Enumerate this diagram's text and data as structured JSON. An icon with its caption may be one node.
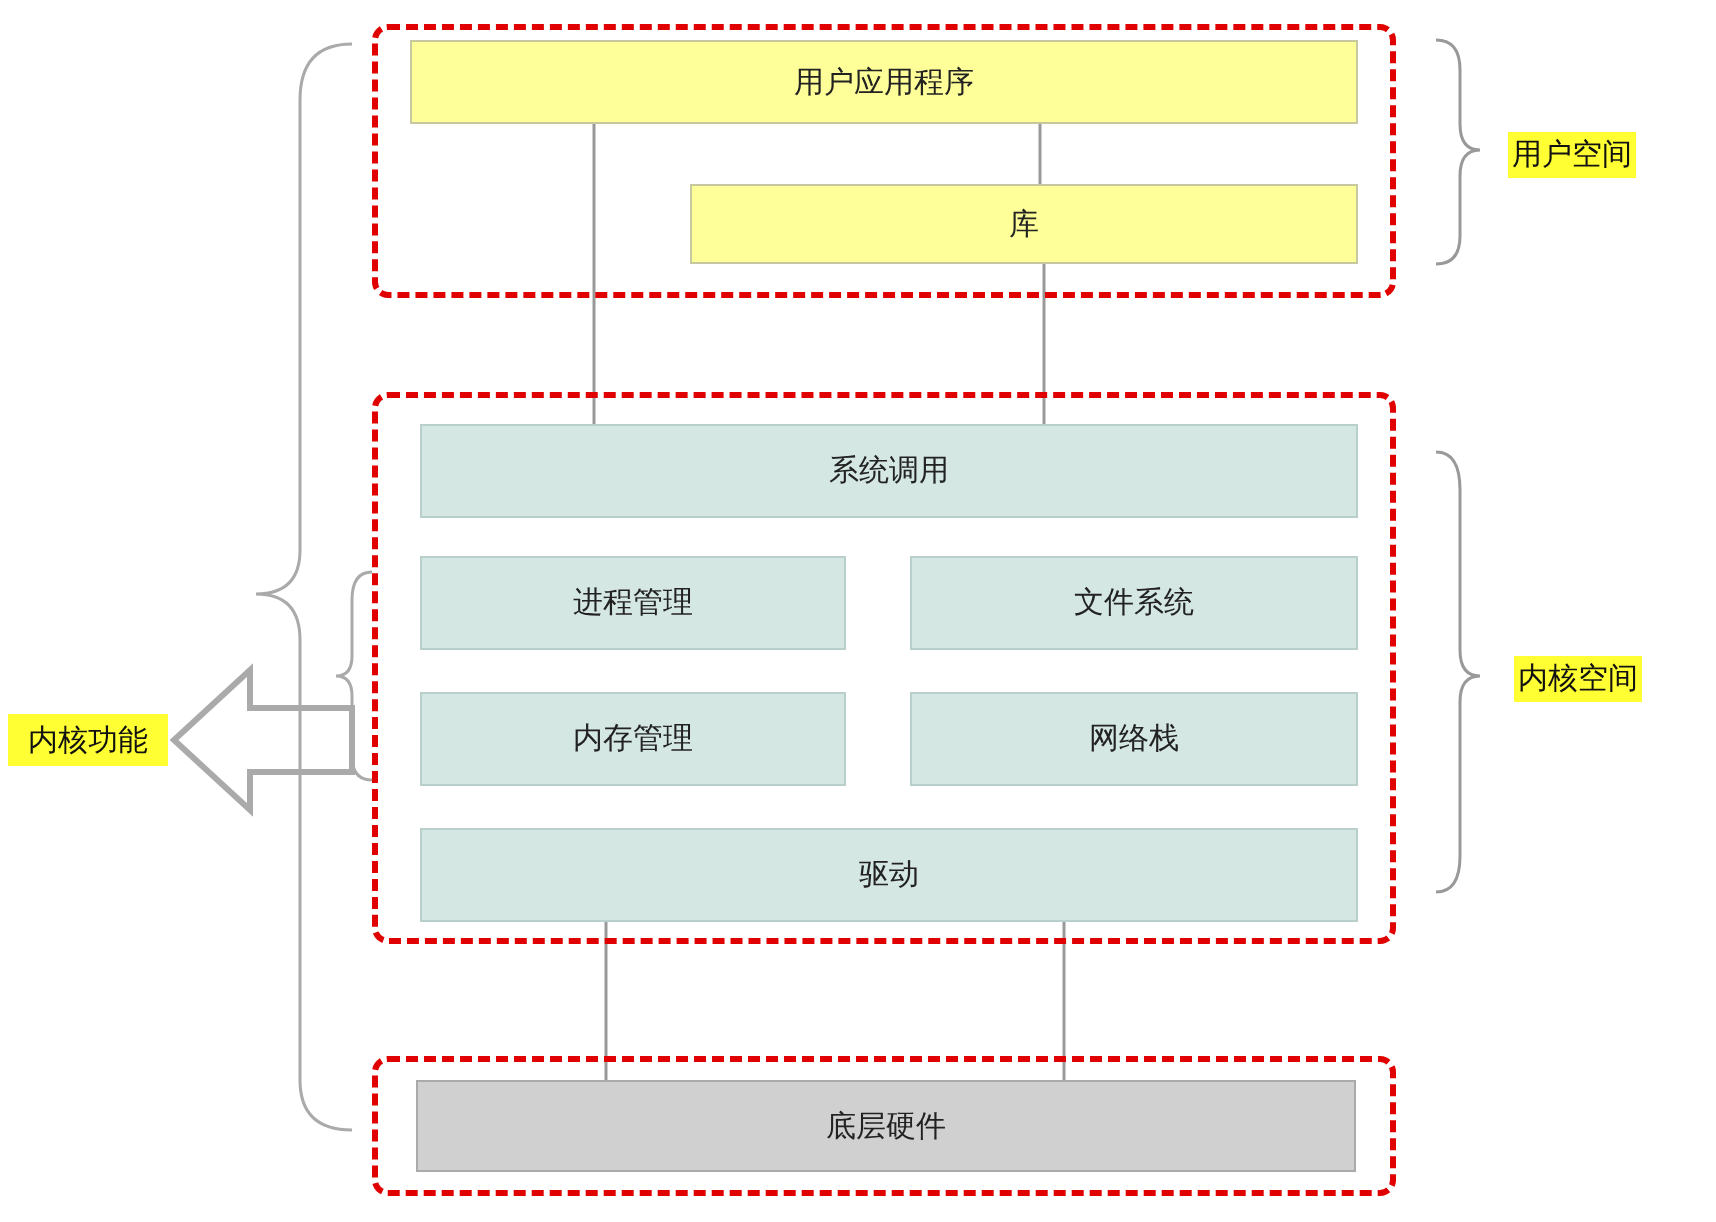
{
  "diagram": {
    "nodes": [
      {
        "text": [],
        "shape": "box"
      },
      {
        "text": [
          "用户应用程序"
        ],
        "in": 0
      },
      {
        "text": [
          "库"
        ],
        "in": 0
      },
      {
        "text": [],
        "shape": "box"
      },
      {
        "text": [
          "系统调用"
        ],
        "in": 3
      },
      {
        "text": [
          "进程管理"
        ],
        "in": 3
      },
      {
        "text": [
          "文件系统"
        ],
        "in": 3
      },
      {
        "text": [
          "内存管理"
        ],
        "in": 3
      },
      {
        "text": [
          "网络栈"
        ],
        "in": 3
      },
      {
        "text": [
          "驱动"
        ],
        "in": 3
      },
      {
        "text": [],
        "shape": "box"
      },
      {
        "text": [
          "底层硬件"
        ],
        "in": 10
      },
      {
        "text": [
          "内核功能"
        ]
      }
    ],
    "edges": [
      {
        "from": 1,
        "to": 4,
        "arrow": "none"
      },
      {
        "from": 1,
        "to": 2,
        "arrow": "none"
      },
      {
        "from": 2,
        "to": 4,
        "arrow": "none"
      },
      {
        "from": 9,
        "to": 11,
        "arrow": "none"
      },
      {
        "from": 9,
        "to": 11,
        "arrow": "none"
      },
      {
        "from": null,
        "to": 12,
        "arrow": "to",
        "style": "thick"
      }
    ],
    "labels": [
      "用户空间",
      "内核空间"
    ]
  }
}
